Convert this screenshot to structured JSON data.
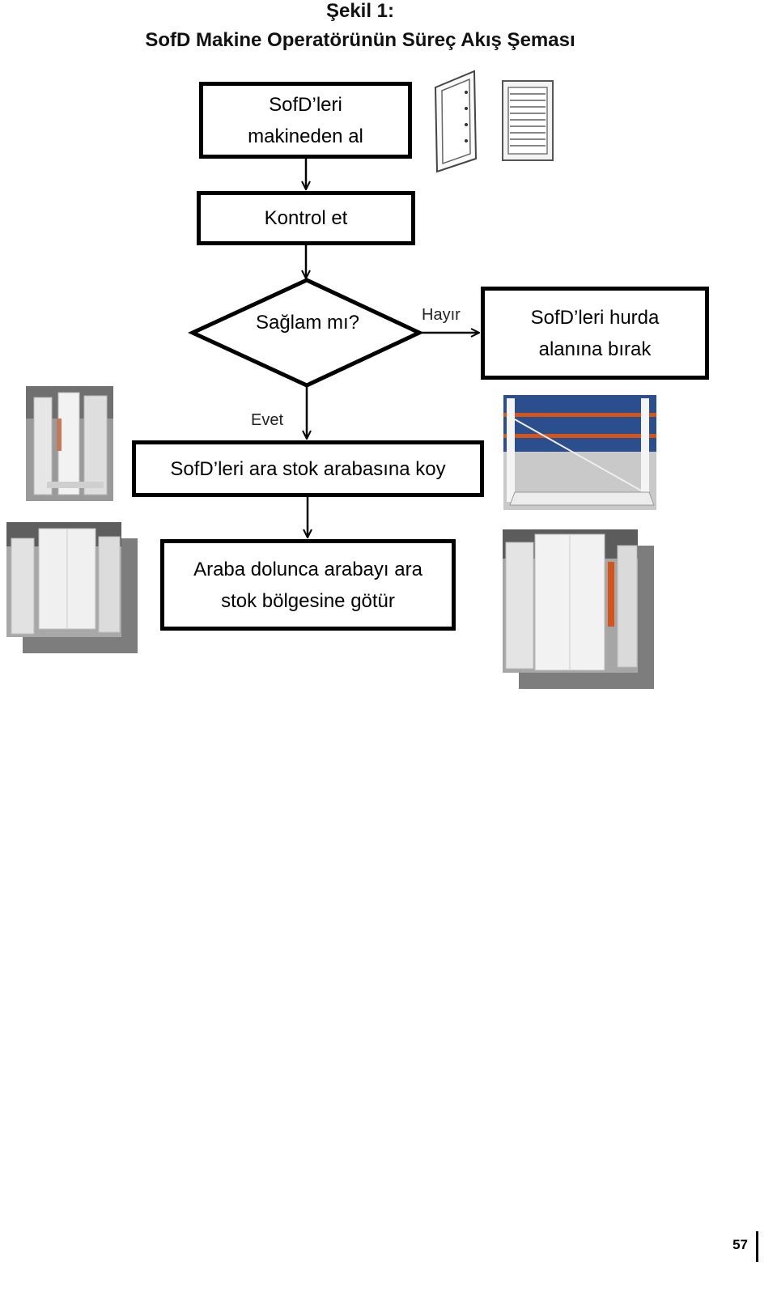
{
  "title": {
    "line1": "Şekil 1:",
    "line2": "SofD Makine Operatörünün Süreç Akış Şeması"
  },
  "flow": {
    "step_remove": [
      "SofD’leri",
      "makineden al"
    ],
    "step_check": "Kontrol et",
    "decision": "Sağlam mı?",
    "no_label": "Hayır",
    "yes_label": "Evet",
    "step_scrap": [
      "SofD’leri hurda",
      "alanına bırak"
    ],
    "step_cart": "SofD’leri ara stok arabasına koy",
    "step_move": [
      "Araba dolunca arabayı ara",
      "stok bölgesine götür"
    ]
  },
  "page_number": "57"
}
